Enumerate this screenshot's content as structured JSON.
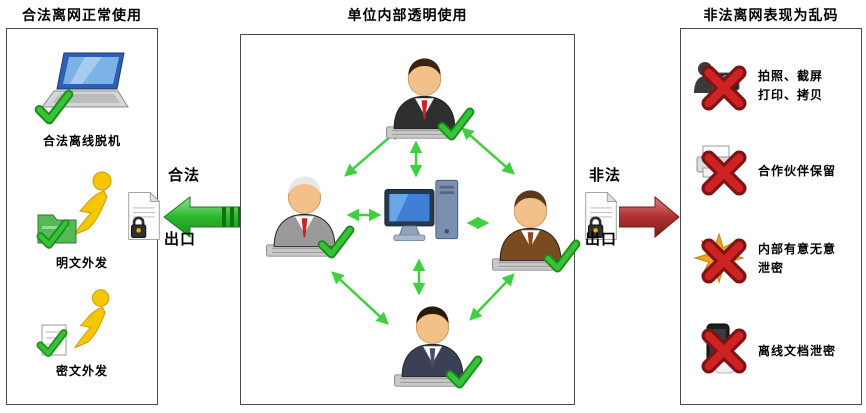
{
  "colors": {
    "check_green": "#2db82d",
    "arrow_green": "#3fcf3f",
    "cross_red": "#cf2222",
    "export_arrow_red": "#b03030",
    "export_arrow_green": "#2db82d"
  },
  "left_panel": {
    "title": "合法离网正常使用",
    "items": [
      {
        "icon": "laptop-check-icon",
        "label": "合法离线脱机"
      },
      {
        "icon": "person-folder-check-icon",
        "label": "明文外发"
      },
      {
        "icon": "person-document-check-icon",
        "label": "密文外发"
      }
    ]
  },
  "center_panel": {
    "title": "单位内部透明使用"
  },
  "legal_exit": {
    "icon": "locked-document-icon",
    "word1": "合法",
    "word2": "出口"
  },
  "illegal_exit": {
    "icon": "locked-document-icon",
    "word1": "非法",
    "word2": "出口"
  },
  "right_panel": {
    "title": "非法离网表现为乱码",
    "items": [
      {
        "icon": "camera-blocked-icon",
        "lines": [
          "拍照、截屏",
          "打印、拷贝"
        ]
      },
      {
        "icon": "printer-blocked-icon",
        "lines": [
          "合作伙伴保留"
        ]
      },
      {
        "icon": "leak-burst-blocked-icon",
        "lines": [
          "内部有意无意",
          "泄密"
        ]
      },
      {
        "icon": "mobile-blocked-icon",
        "lines": [
          "离线文档泄密"
        ]
      }
    ]
  }
}
